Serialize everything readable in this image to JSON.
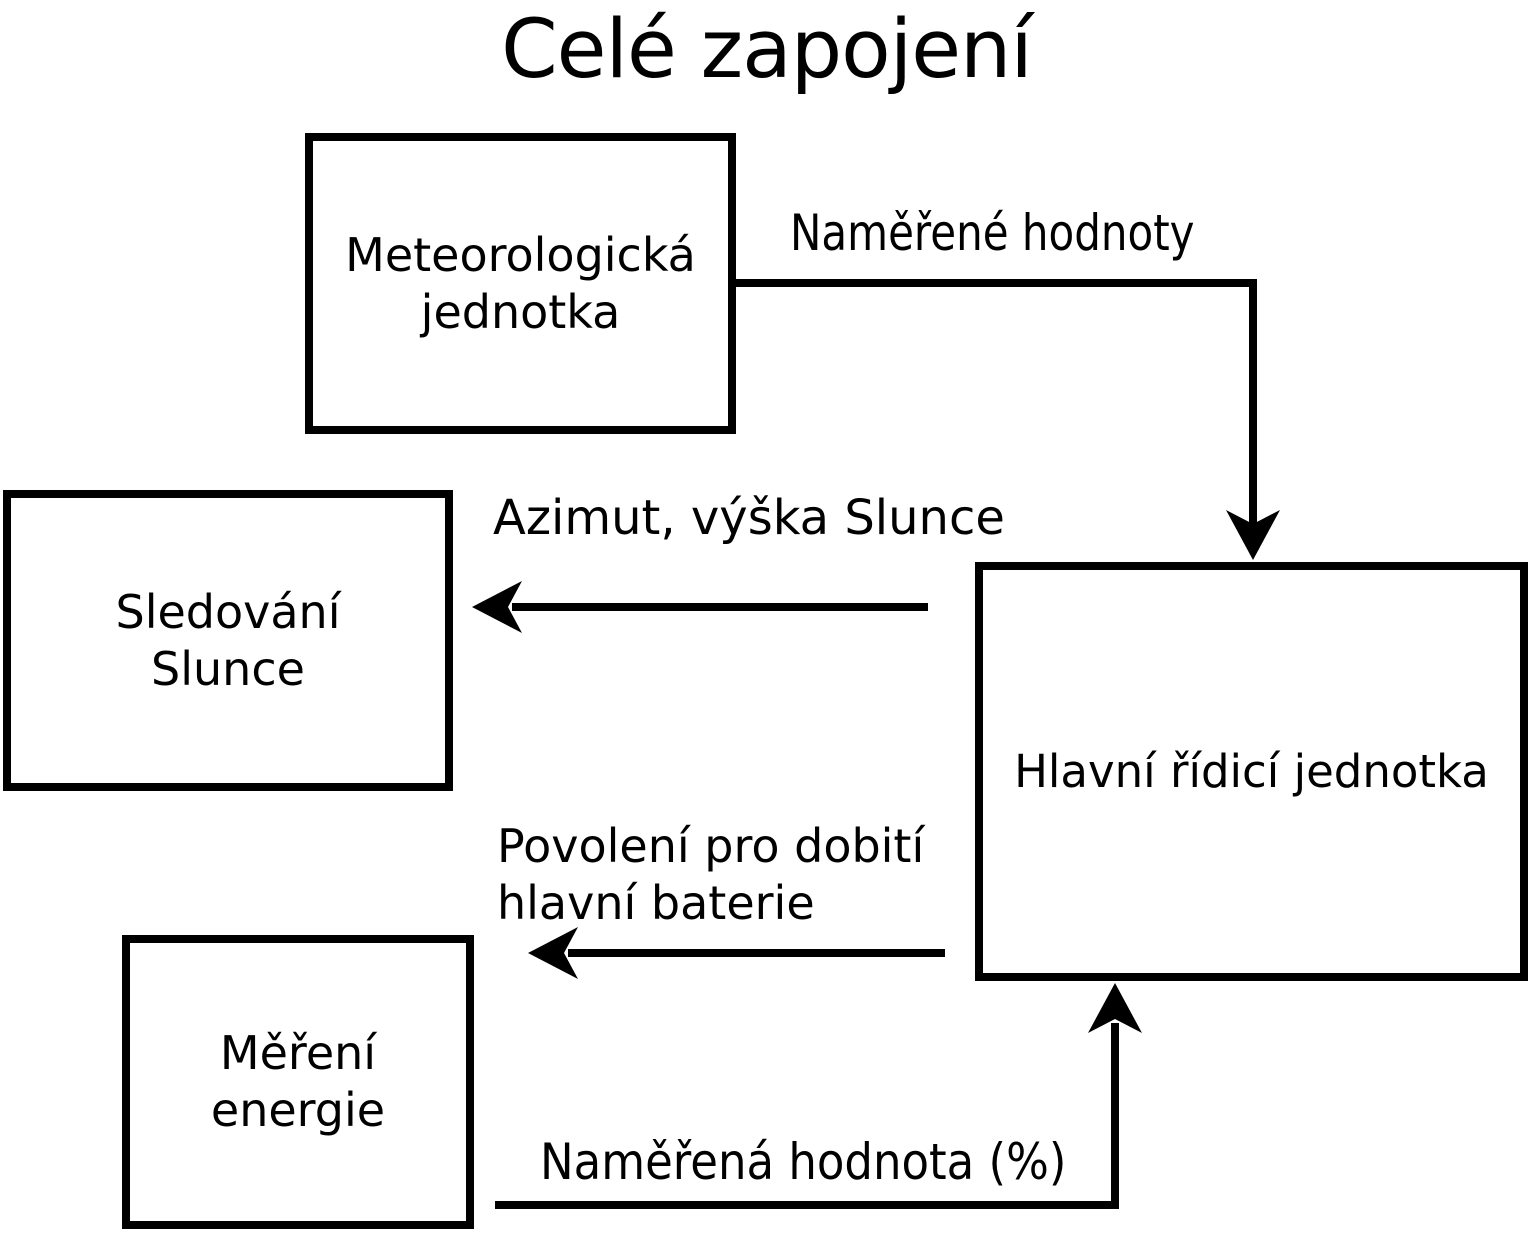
{
  "title": "Celé zapojení",
  "colors": {
    "foreground": "#000000",
    "background": "#ffffff"
  },
  "boxes": {
    "meteo_unit": {
      "line1": "Meteorologická",
      "line2": "jednotka"
    },
    "sun_tracking": {
      "line1": "Sledování",
      "line2": "Slunce"
    },
    "main_control": {
      "line1": "Hlavní řídicí jednotka"
    },
    "energy_measurement": {
      "line1": "Měření",
      "line2": "energie"
    }
  },
  "arrows": {
    "measured_values": {
      "label": "Naměřené hodnoty",
      "from": "Meteorologická jednotka",
      "to": "Hlavní řídicí jednotka"
    },
    "azimuth": {
      "label": "Azimut, výška Slunce",
      "from": "Hlavní řídicí jednotka",
      "to": "Sledování Slunce"
    },
    "charge_permission": {
      "line1": "Povolení pro dobití",
      "line2": "hlavní baterie",
      "from": "Hlavní řídicí jednotka",
      "to": "left"
    },
    "measured_percentage": {
      "label": "Naměřená hodnota (%)",
      "from": "Měření energie",
      "to": "Hlavní řídicí jednotka"
    }
  }
}
